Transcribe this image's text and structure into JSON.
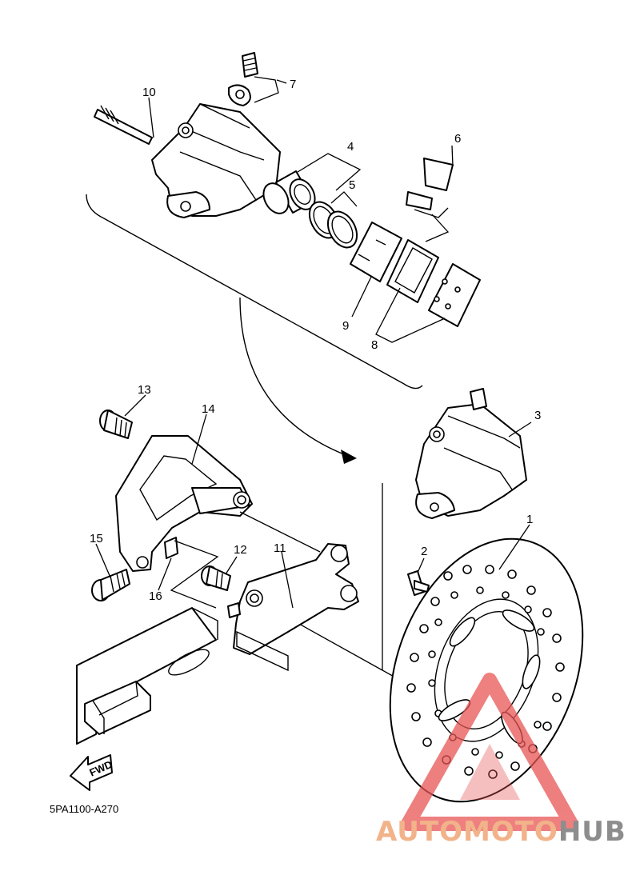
{
  "diagram_code": "5PA1100-A270",
  "fwd_label": "FWD",
  "callouts": {
    "c1": "1",
    "c2": "2",
    "c3": "3",
    "c4": "4",
    "c5": "5",
    "c6": "6",
    "c7": "7",
    "c8": "8",
    "c9": "9",
    "c10": "10",
    "c11": "11",
    "c12": "12",
    "c13": "13",
    "c14": "14",
    "c15": "15",
    "c16": "16"
  },
  "watermark": {
    "part1": "AUTOMOTO",
    "part2": "HUB",
    "color_accent": "#f2b38a",
    "color_grey": "#8d8d8d",
    "triangle_color": "#e85555"
  }
}
